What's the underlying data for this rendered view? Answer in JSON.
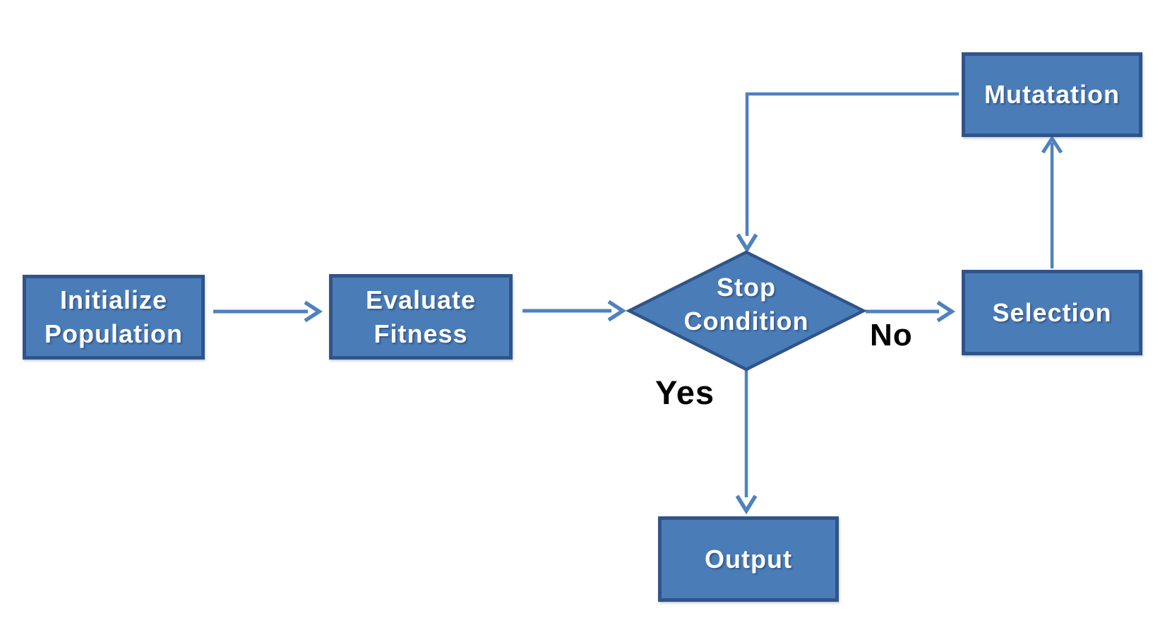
{
  "diagram": {
    "type": "flowchart",
    "nodes": {
      "initialize": {
        "lines": [
          "Initialize",
          "Population"
        ],
        "shape": "rectangle"
      },
      "evaluate": {
        "lines": [
          "Evaluate",
          "Fitness"
        ],
        "shape": "rectangle"
      },
      "stop_condition": {
        "lines": [
          "Stop",
          "Condition"
        ],
        "shape": "diamond"
      },
      "selection": {
        "label": "Selection",
        "shape": "rectangle"
      },
      "mutation": {
        "label": "Mutatation",
        "shape": "rectangle"
      },
      "output": {
        "label": "Output",
        "shape": "rectangle"
      }
    },
    "edges": [
      {
        "from": "initialize",
        "to": "evaluate",
        "label": ""
      },
      {
        "from": "evaluate",
        "to": "stop_condition",
        "label": ""
      },
      {
        "from": "stop_condition",
        "to": "selection",
        "label": "No"
      },
      {
        "from": "stop_condition",
        "to": "output",
        "label": "Yes"
      },
      {
        "from": "selection",
        "to": "mutation",
        "label": ""
      },
      {
        "from": "mutation",
        "to": "stop_condition",
        "label": ""
      }
    ],
    "edge_labels": {
      "yes": "Yes",
      "no": "No"
    },
    "colors": {
      "node_fill": "#4a7db8",
      "node_border": "#30548a",
      "connector": "#4f81bd",
      "node_text": "#ffffff",
      "edge_label_text": "#000000",
      "background": "#ffffff"
    }
  }
}
